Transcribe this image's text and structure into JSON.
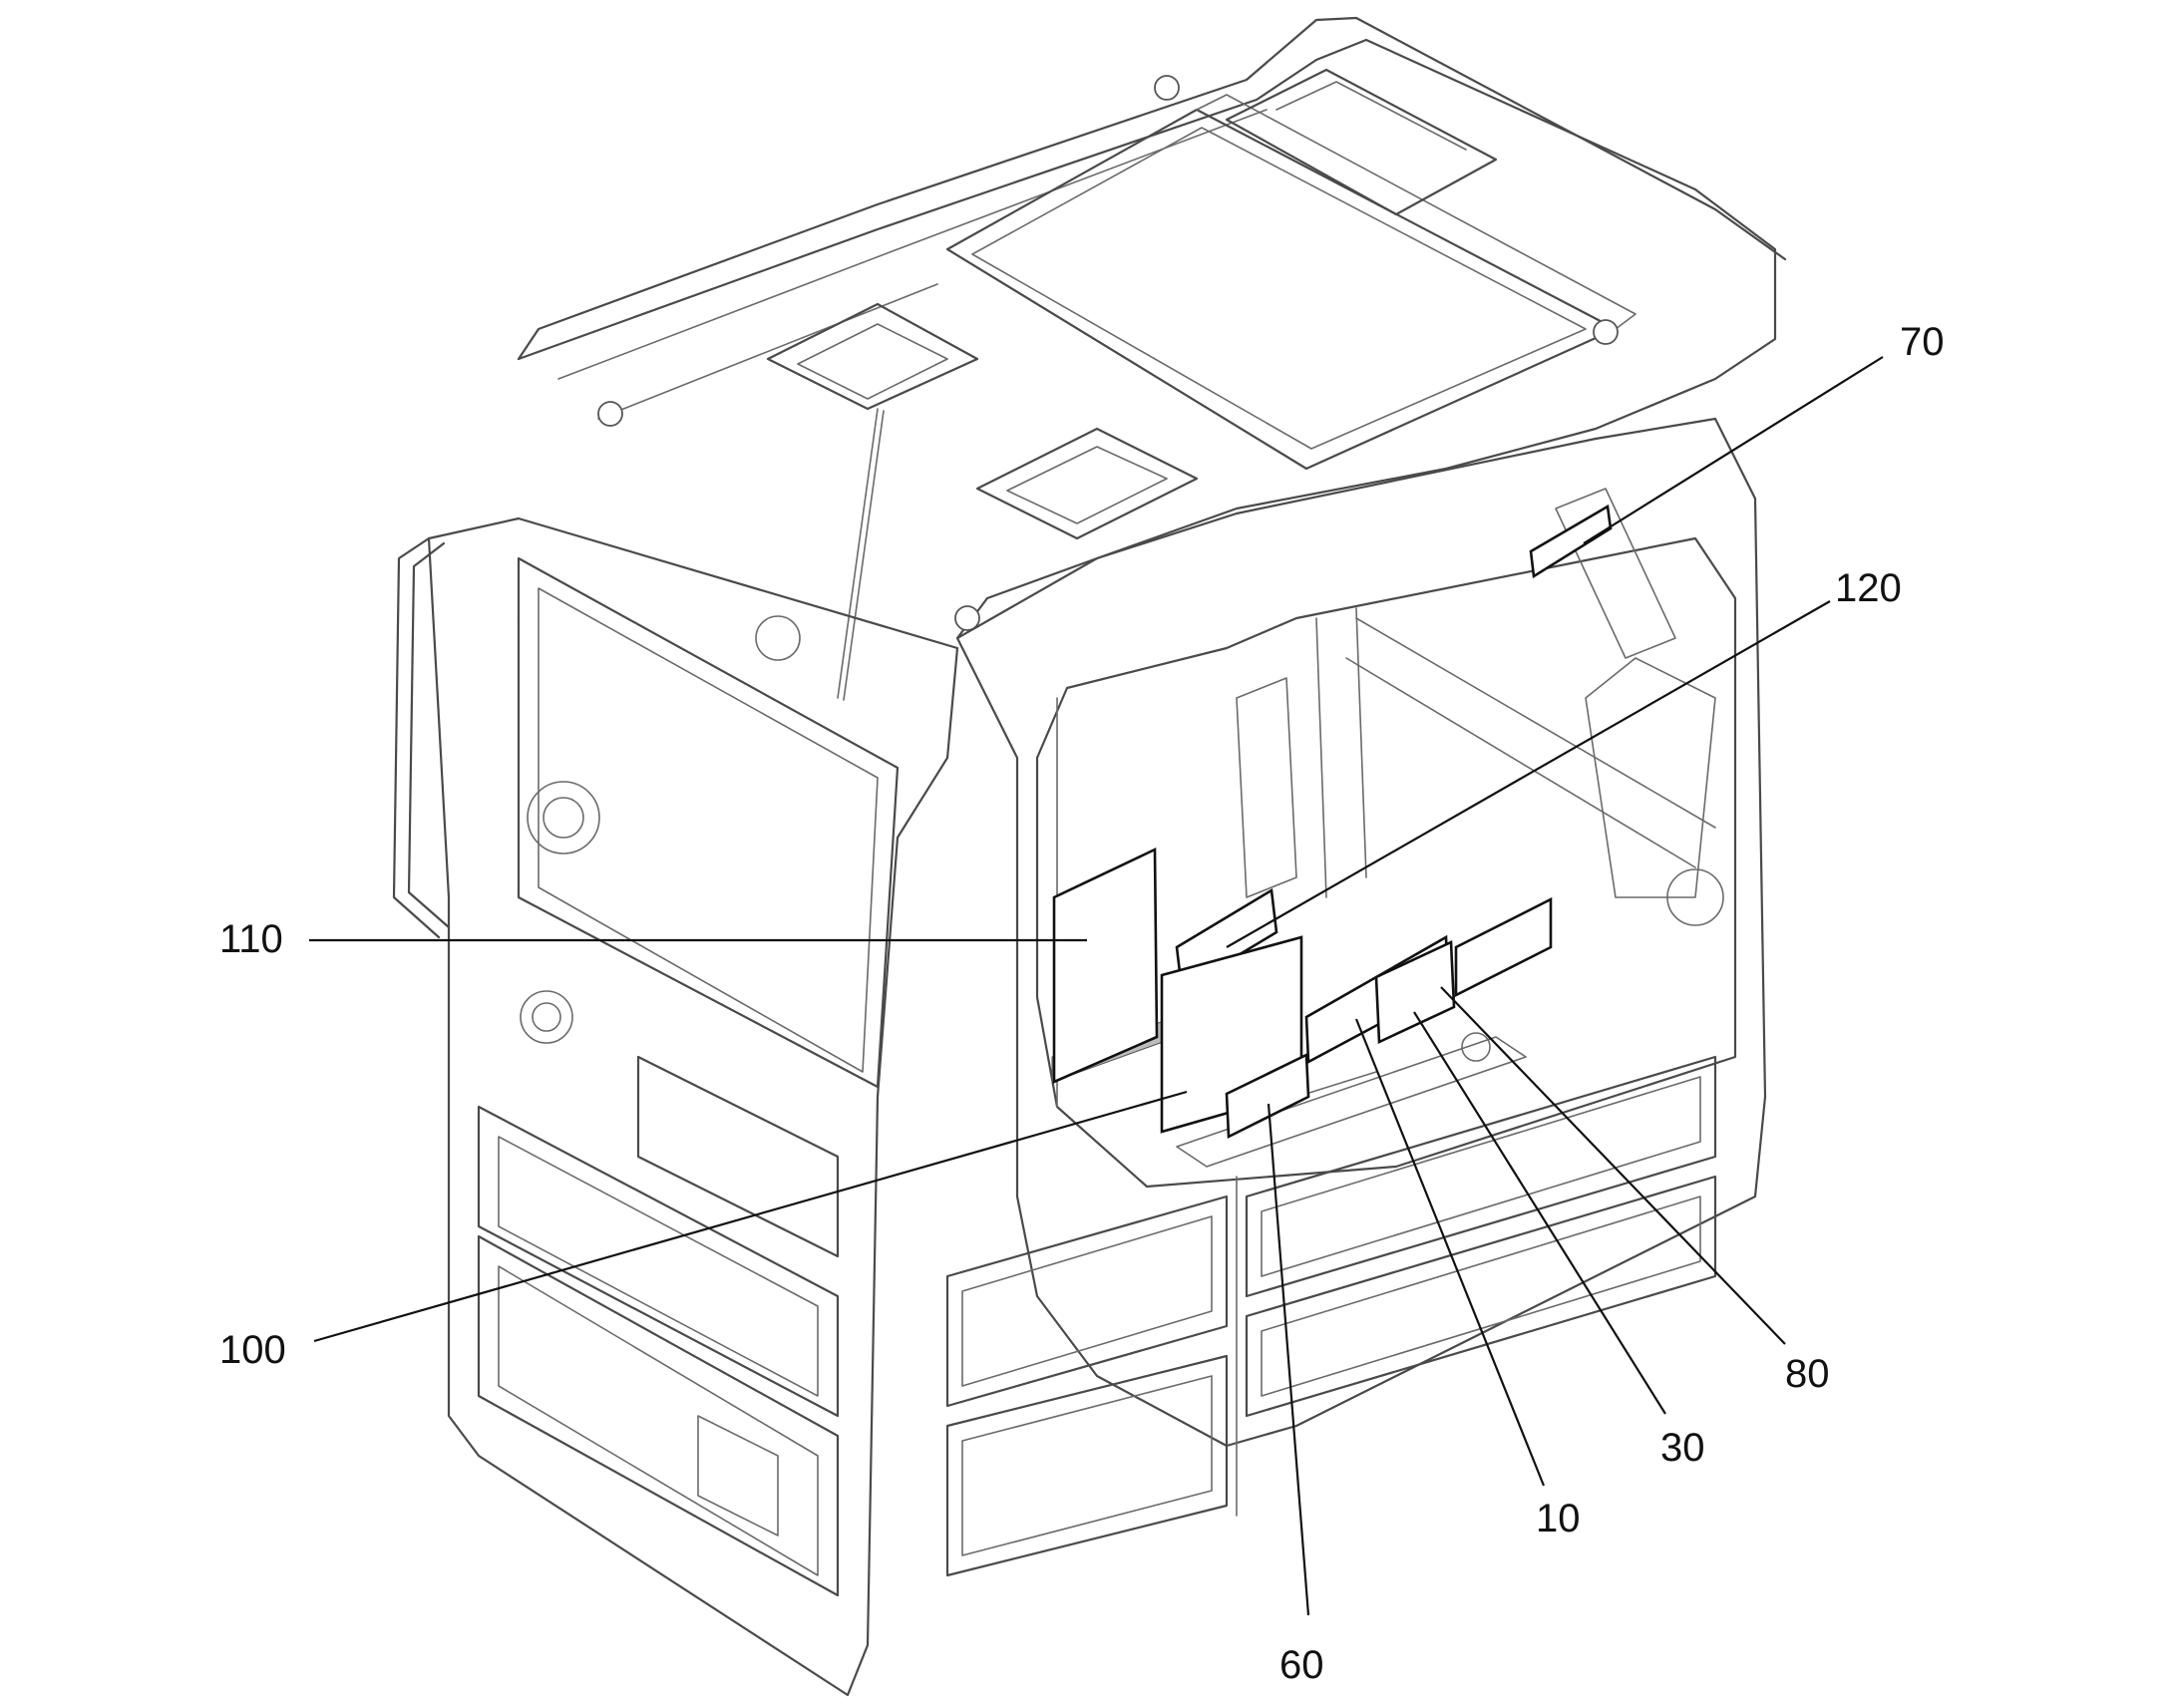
{
  "diagram": {
    "callouts": [
      {
        "id": "70",
        "label": "70"
      },
      {
        "id": "120",
        "label": "120"
      },
      {
        "id": "110",
        "label": "110"
      },
      {
        "id": "100",
        "label": "100"
      },
      {
        "id": "60",
        "label": "60"
      },
      {
        "id": "10",
        "label": "10"
      },
      {
        "id": "30",
        "label": "30"
      },
      {
        "id": "80",
        "label": "80"
      }
    ]
  },
  "colors": {
    "line_art": "#4a4a4a",
    "leader": "#111111",
    "background": "#ffffff"
  }
}
